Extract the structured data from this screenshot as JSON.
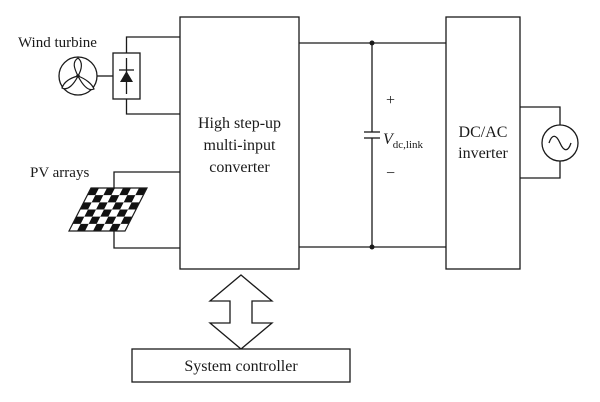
{
  "sources": {
    "wind": "Wind turbine",
    "pv": "PV arrays"
  },
  "converter": {
    "line1": "High step-up",
    "line2": "multi-input",
    "line3": "converter"
  },
  "dc_link": {
    "plus": "+",
    "minus": "−",
    "symbol": "V",
    "subscript": "dc,link"
  },
  "inverter": {
    "line1": "DC/AC",
    "line2": "inverter"
  },
  "controller": {
    "label": "System controller"
  }
}
